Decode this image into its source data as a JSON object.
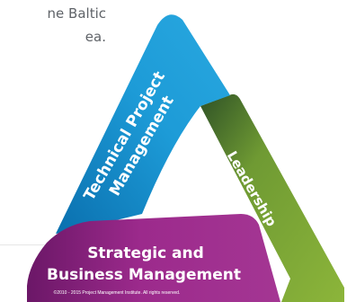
{
  "intro": {
    "text": "ne Baltic\nea."
  },
  "diagram": {
    "left_side_label_line1": "Technical Project",
    "left_side_label_line2": "Management",
    "right_side_label": "Leadership",
    "bottom_label_line1": "Strategic and",
    "bottom_label_line2": "Business Management",
    "copyright": "©2010 - 2015 Project Management Institute. All rights reserved.",
    "colors": {
      "technical": "#1d9bd7",
      "technical_dark": "#0a6fae",
      "leadership": "#8cb53a",
      "leadership_dark": "#2f5226",
      "strategic": "#9c2a8c",
      "strategic_dark": "#6b1767"
    }
  }
}
